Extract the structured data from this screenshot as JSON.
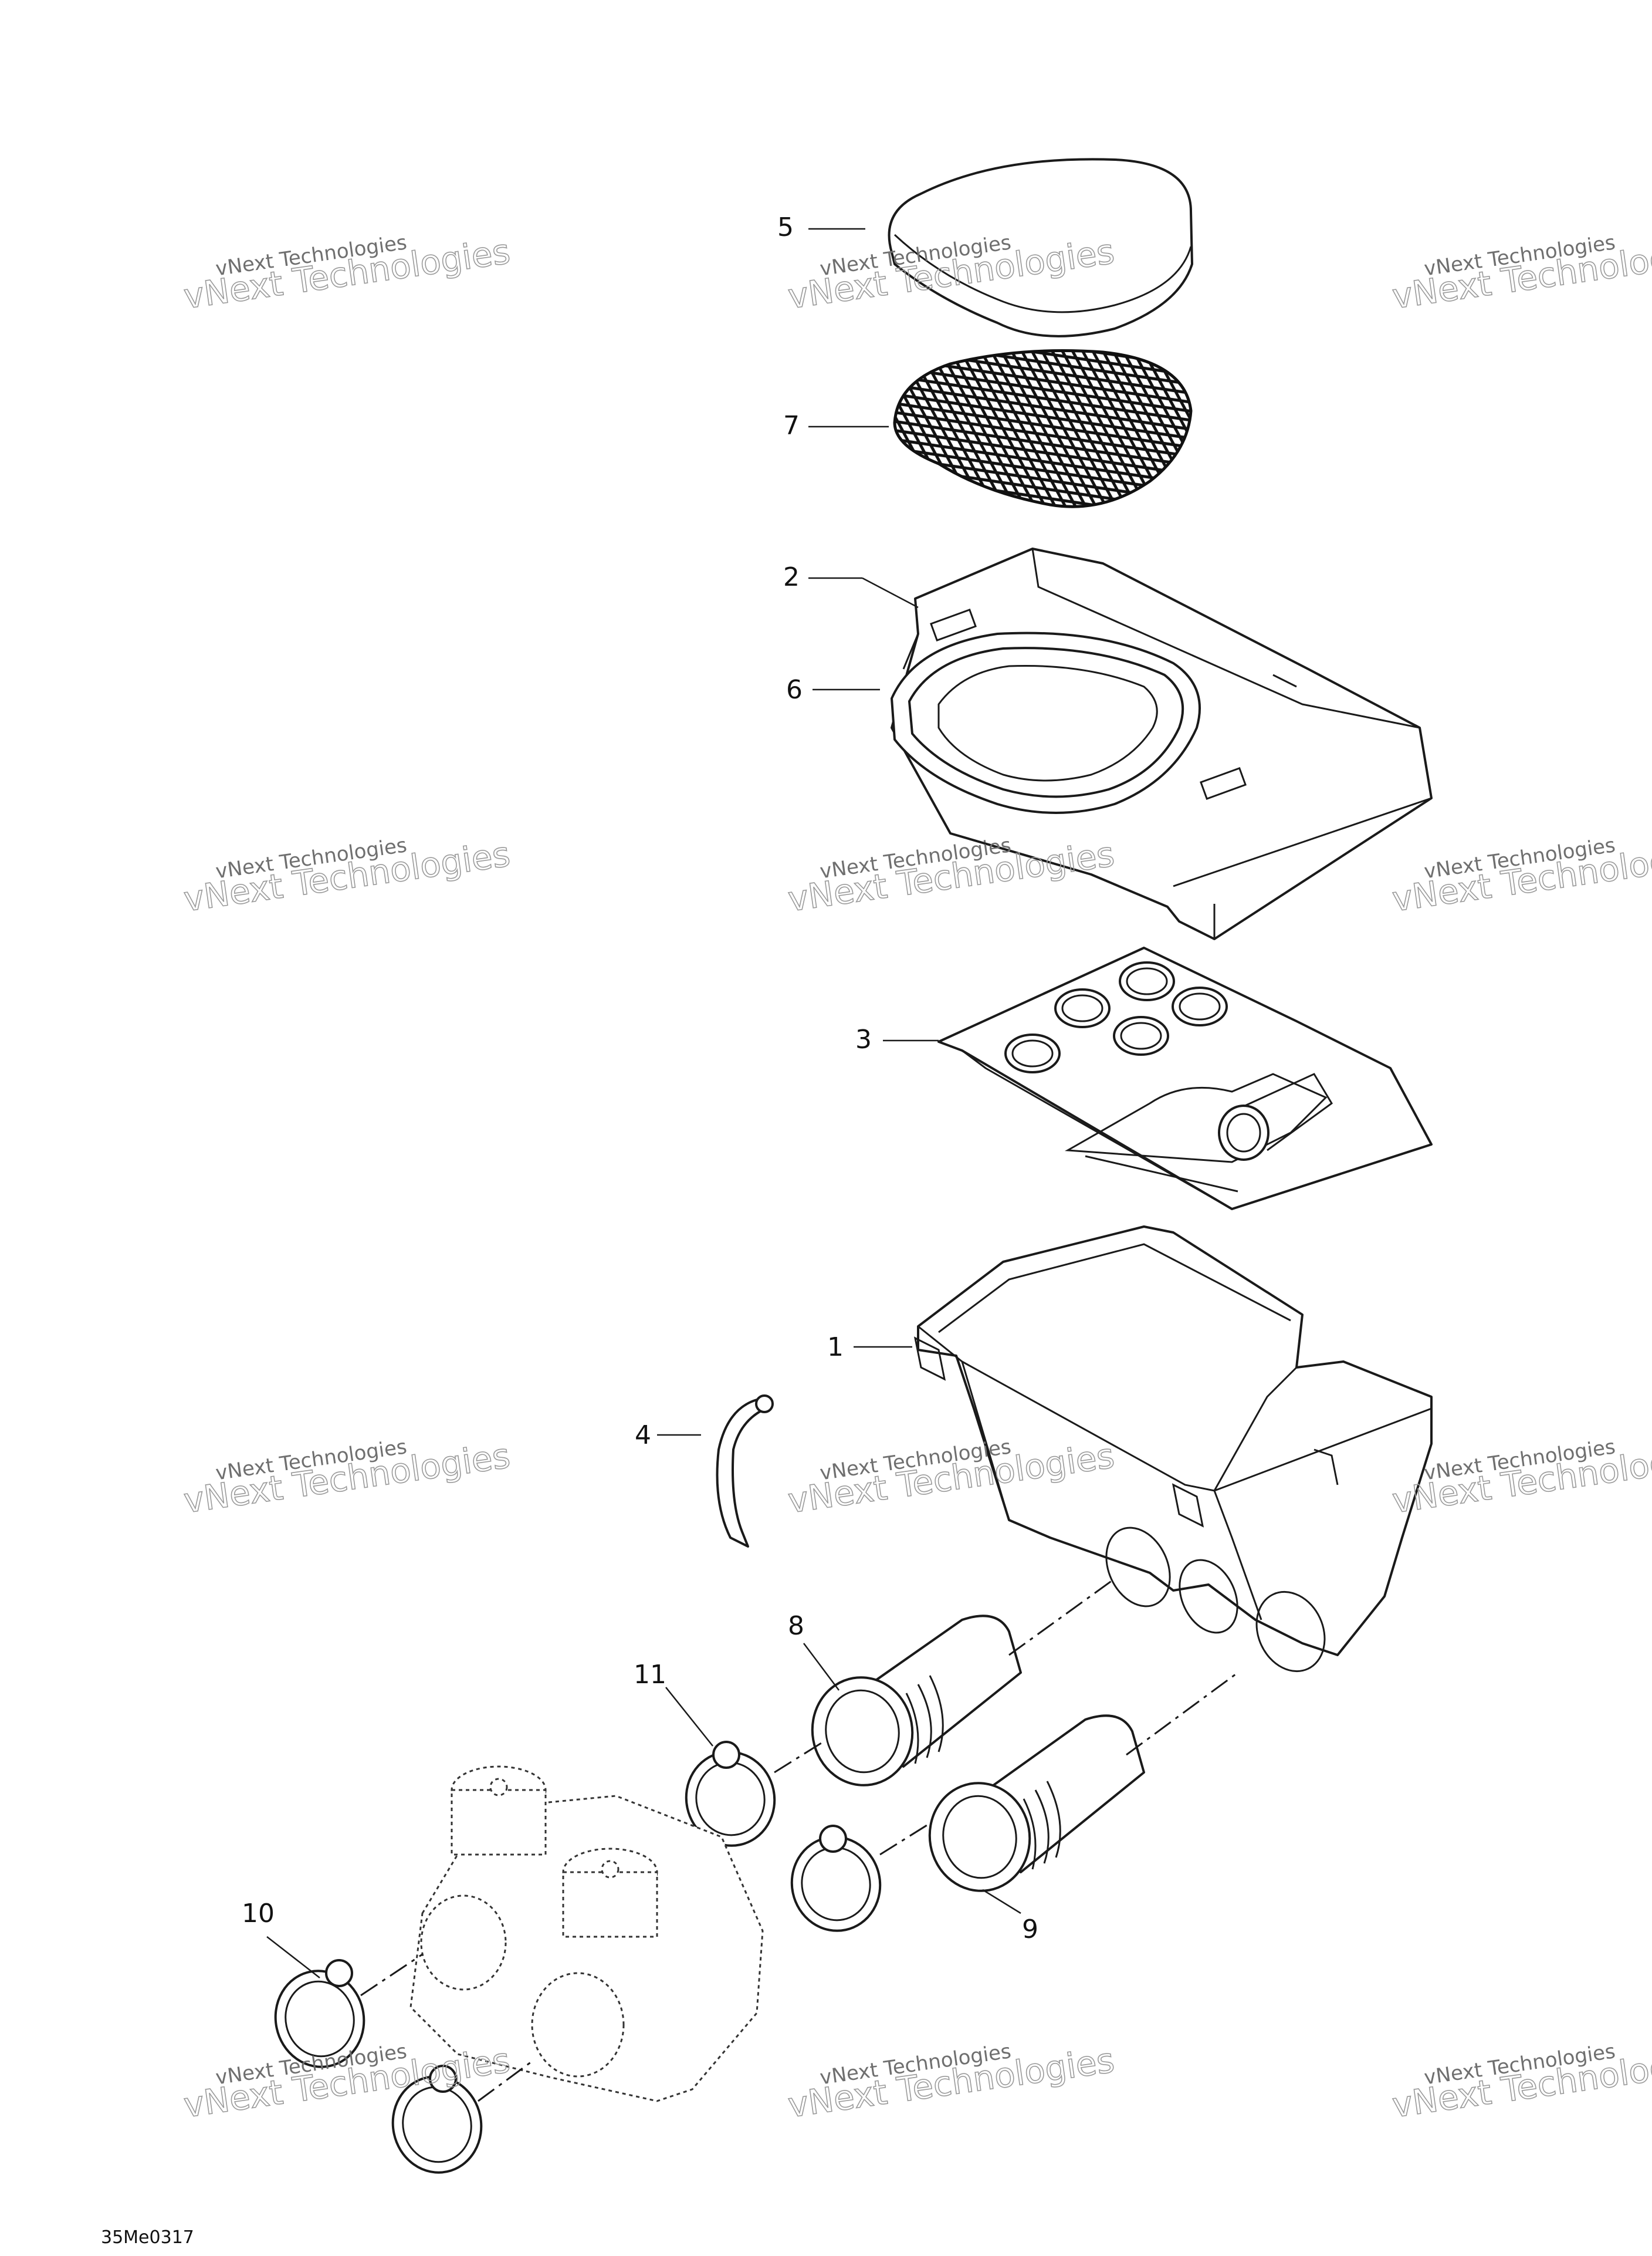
{
  "diagram": {
    "callouts": [
      "1",
      "2",
      "3",
      "4",
      "5",
      "6",
      "7",
      "8",
      "9",
      "10",
      "11"
    ],
    "reference_code": "35Me0317"
  },
  "watermark": {
    "line1": "vNext Technologies",
    "line2": "vNext Technologies"
  }
}
